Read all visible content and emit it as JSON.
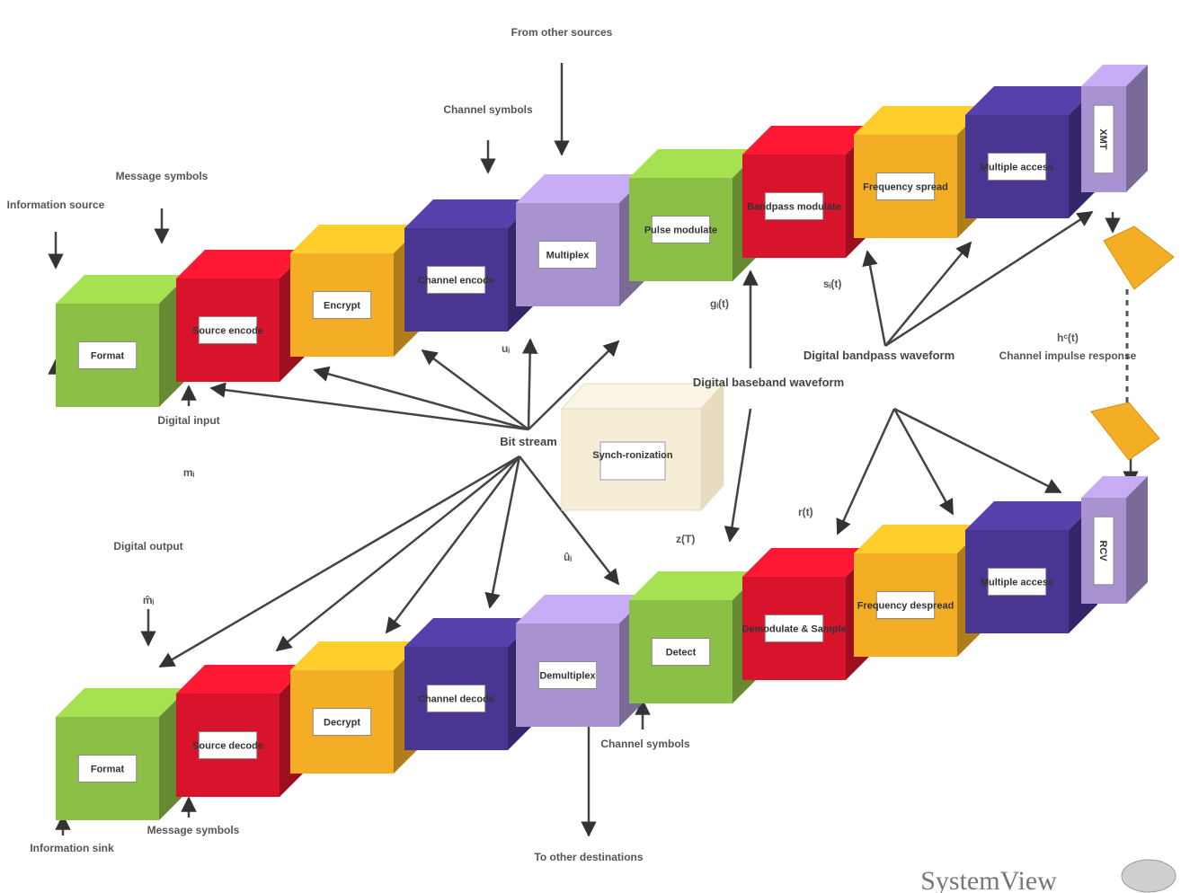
{
  "colors": {
    "green": "#8cbf45",
    "red": "#d8142c",
    "orange": "#f4ae25",
    "navy": "#4a3592",
    "lavender": "#a893d0",
    "cream": "#f6edd6"
  },
  "top_chain": [
    {
      "label": "Format",
      "color": "green"
    },
    {
      "label": "Source encode",
      "color": "red"
    },
    {
      "label": "Encrypt",
      "color": "orange"
    },
    {
      "label": "Channel encode",
      "color": "navy"
    },
    {
      "label": "Multiplex",
      "color": "lavender"
    },
    {
      "label": "Pulse modulate",
      "color": "green"
    },
    {
      "label": "Bandpass modulate",
      "color": "red"
    },
    {
      "label": "Frequency spread",
      "color": "orange"
    },
    {
      "label": "Multiple access",
      "color": "navy"
    },
    {
      "label": "XMT",
      "color": "lavender",
      "tall": true
    }
  ],
  "bottom_chain": [
    {
      "label": "Format",
      "color": "green"
    },
    {
      "label": "Source decode",
      "color": "red"
    },
    {
      "label": "Decrypt",
      "color": "orange"
    },
    {
      "label": "Channel decode",
      "color": "navy"
    },
    {
      "label": "Demultiplex",
      "color": "lavender"
    },
    {
      "label": "Detect",
      "color": "green"
    },
    {
      "label": "Demodulate & Sample",
      "color": "red"
    },
    {
      "label": "Frequency despread",
      "color": "orange"
    },
    {
      "label": "Multiple access",
      "color": "navy"
    },
    {
      "label": "RCV",
      "color": "lavender",
      "tall": true
    }
  ],
  "center_box": {
    "label": "Synch-ronization",
    "color": "cream"
  },
  "hub_bit_stream": "Bit stream",
  "hub_digital_baseband": "Digital baseband waveform",
  "hub_digital_bandpass": "Digital bandpass waveform",
  "annotations": {
    "information_source": "Information source",
    "message_symbols_top": "Message symbols",
    "channel_symbols_top": "Channel symbols",
    "from_other_sources": "From other sources",
    "digital_input": "Digital input",
    "digital_input_var": "mᵢ",
    "digital_output": "Digital output",
    "digital_output_var": "m̂ᵢ",
    "information_sink": "Information sink",
    "message_symbols_bottom": "Message symbols",
    "channel_symbols_bottom": "Channel symbols",
    "to_other_destinations": "To other destinations",
    "channel_impulse_response": "Channel impulse response",
    "channel_var": "hᶜ(t)"
  },
  "math_labels": {
    "gi_t": "gᵢ(t)",
    "si_t": "sᵢ(t)",
    "zt": "z(T)",
    "rt": "r(t)",
    "ui": "uᵢ",
    "ui_hat": "ûᵢ"
  },
  "logo": "SystemView"
}
